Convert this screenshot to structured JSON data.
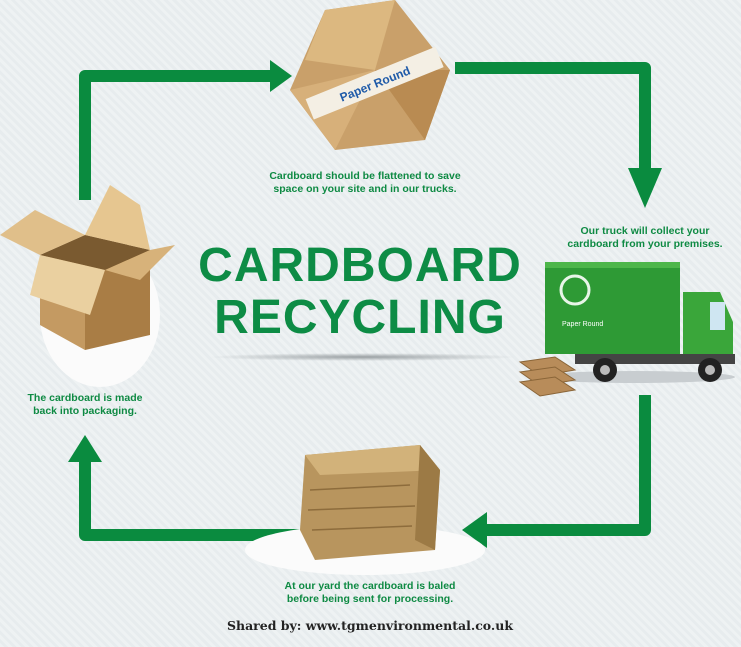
{
  "title": {
    "line1": "CARDBOARD",
    "line2": "RECYCLING"
  },
  "steps": [
    {
      "line1": "Cardboard should be flattened to save",
      "line2": "space on your site and in our trucks."
    },
    {
      "line1": "Our truck will collect your",
      "line2": "cardboard from your premises."
    },
    {
      "line1": "At our yard the cardboard is baled",
      "line2": "before being sent for processing."
    },
    {
      "line1": "The cardboard is made",
      "line2": "back into packaging."
    }
  ],
  "brand": {
    "label": "Paper Round",
    "truck_label": "Paper Round"
  },
  "credit": "Shared by: www.tgmenvironmental.co.uk",
  "colors": {
    "green": "#0d8c45",
    "cardboard": "#c9a06a"
  }
}
